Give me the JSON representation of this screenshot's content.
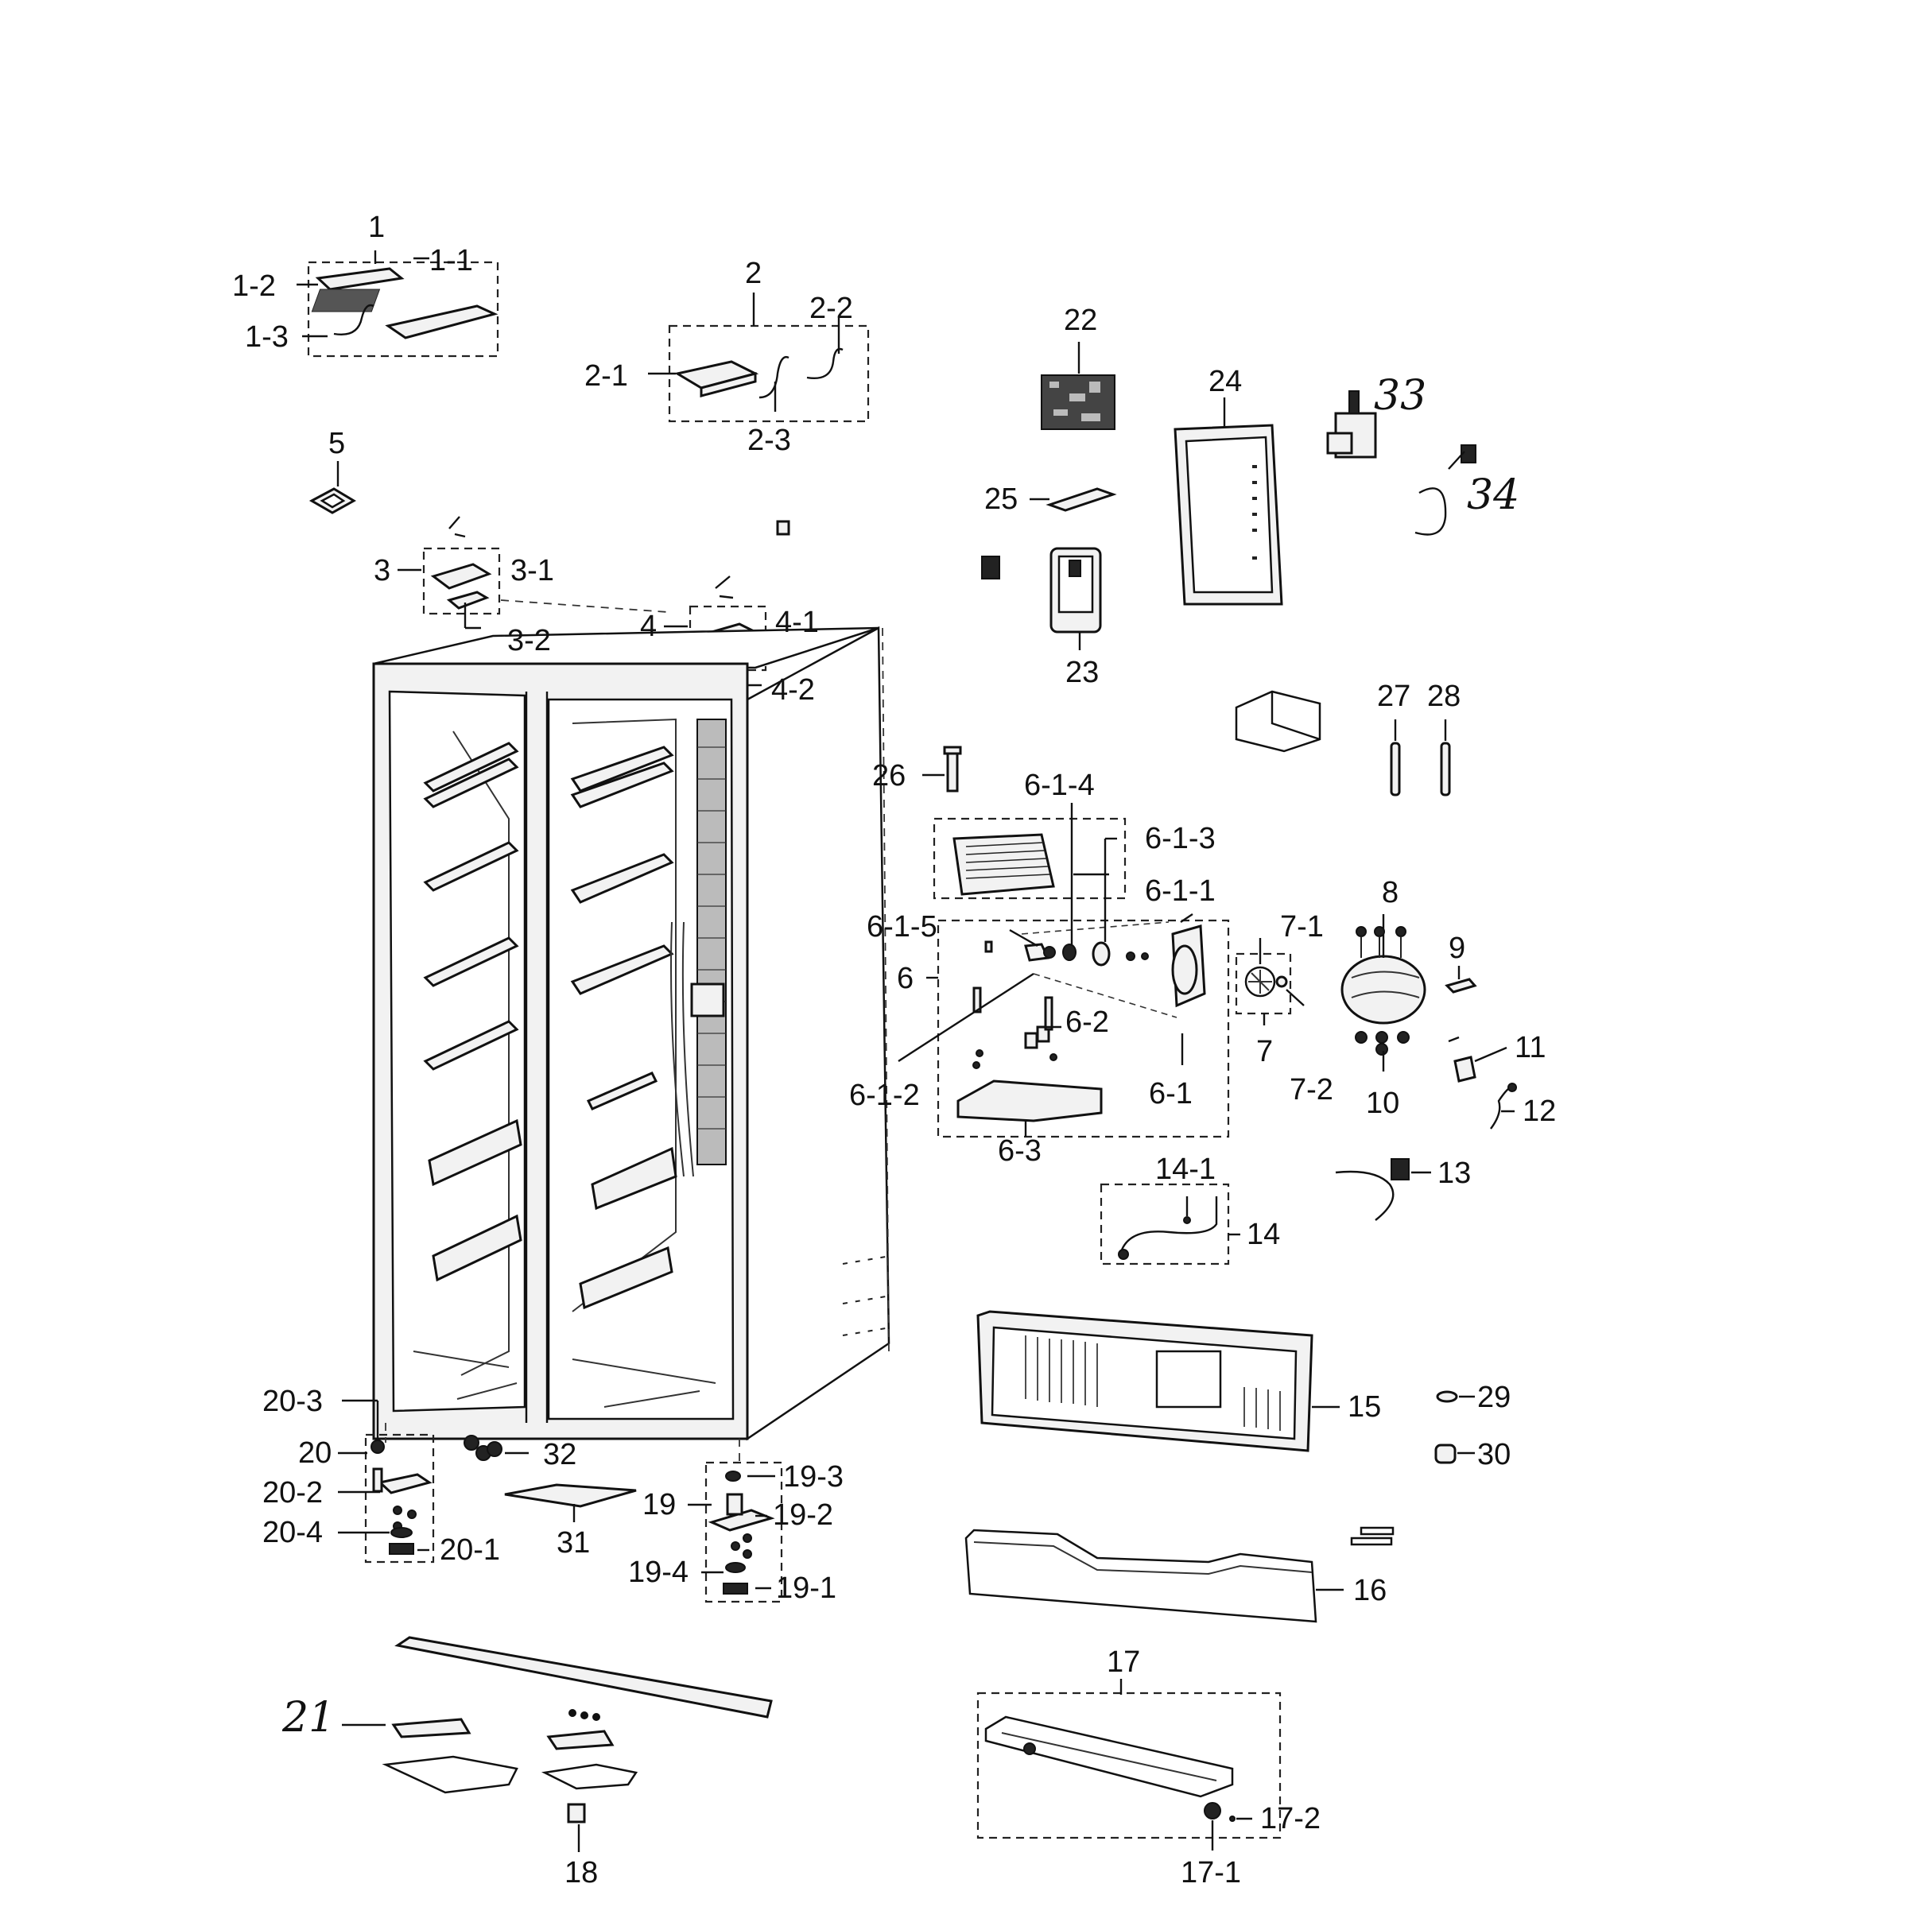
{
  "callouts": {
    "c1": "1",
    "c1_1": "1-1",
    "c1_2": "1-2",
    "c1_3": "1-3",
    "c2": "2",
    "c2_1": "2-1",
    "c2_2": "2-2",
    "c2_3": "2-3",
    "c3": "3",
    "c3_1": "3-1",
    "c3_2": "3-2",
    "c4": "4",
    "c4_1": "4-1",
    "c4_2": "4-2",
    "c5": "5",
    "c6": "6",
    "c6_1": "6-1",
    "c6_1_1": "6-1-1",
    "c6_1_2": "6-1-2",
    "c6_1_3": "6-1-3",
    "c6_1_4": "6-1-4",
    "c6_1_5": "6-1-5",
    "c6_2": "6-2",
    "c6_3": "6-3",
    "c7": "7",
    "c7_1": "7-1",
    "c7_2": "7-2",
    "c8": "8",
    "c9": "9",
    "c10": "10",
    "c11": "11",
    "c12": "12",
    "c13": "13",
    "c14": "14",
    "c14_1": "14-1",
    "c15": "15",
    "c16": "16",
    "c17": "17",
    "c17_1": "17-1",
    "c17_2": "17-2",
    "c18": "18",
    "c19": "19",
    "c19_1": "19-1",
    "c19_2": "19-2",
    "c19_3": "19-3",
    "c19_4": "19-4",
    "c20": "20",
    "c20_1": "20-1",
    "c20_2": "20-2",
    "c20_3": "20-3",
    "c20_4": "20-4",
    "c21": "21",
    "c22": "22",
    "c23": "23",
    "c24": "24",
    "c25": "25",
    "c26": "26",
    "c27": "27",
    "c28": "28",
    "c29": "29",
    "c30": "30",
    "c31": "31",
    "c32": "32",
    "c33": "33",
    "c34": "34"
  }
}
